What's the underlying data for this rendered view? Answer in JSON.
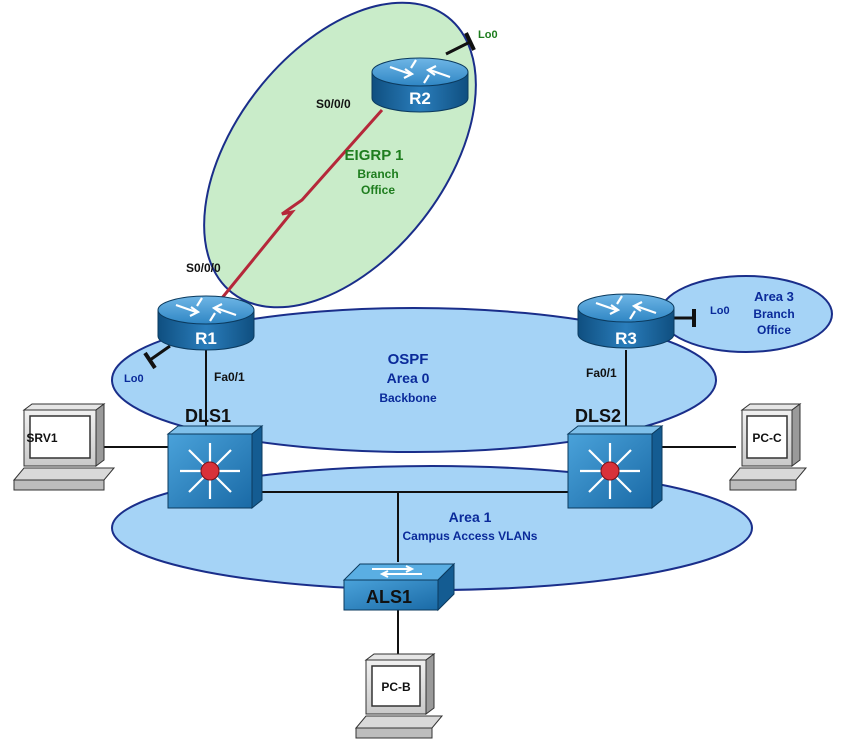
{
  "colors": {
    "eigrp_area": "#c9ecc9",
    "ospf_area": "#a5d3f6",
    "router_blue": "#1d6fa8",
    "serial_link": "#b5283a",
    "label_green": "#1e7d1e",
    "label_blue": "#0a2a9a"
  },
  "eigrp": {
    "title": "EIGRP 1",
    "line1": "Branch",
    "line2": "Office"
  },
  "area0": {
    "title": "OSPF",
    "line1": "Area 0",
    "line2": "Backbone"
  },
  "area1": {
    "title": "Area 1",
    "subtitle": "Campus Access VLANs"
  },
  "area3": {
    "title": "Area 3",
    "line1": "Branch",
    "line2": "Office"
  },
  "devices": {
    "r1": {
      "name": "R1",
      "icon": "router-icon"
    },
    "r2": {
      "name": "R2",
      "icon": "router-icon"
    },
    "r3": {
      "name": "R3",
      "icon": "router-icon"
    },
    "dls1": {
      "name": "DLS1",
      "icon": "multilayer-switch-icon"
    },
    "dls2": {
      "name": "DLS2",
      "icon": "multilayer-switch-icon"
    },
    "als1": {
      "name": "ALS1",
      "icon": "workgroup-switch-icon"
    },
    "srv1": {
      "name": "SRV1",
      "icon": "pc-icon"
    },
    "pcb": {
      "name": "PC-B",
      "icon": "pc-icon"
    },
    "pcc": {
      "name": "PC-C",
      "icon": "pc-icon"
    }
  },
  "interfaces": {
    "r2_lo0": "Lo0",
    "r2_s000": "S0/0/0",
    "r1_s000": "S0/0/0",
    "r1_lo0": "Lo0",
    "r1_fa01": "Fa0/1",
    "r3_lo0": "Lo0",
    "r3_fa01": "Fa0/1"
  }
}
